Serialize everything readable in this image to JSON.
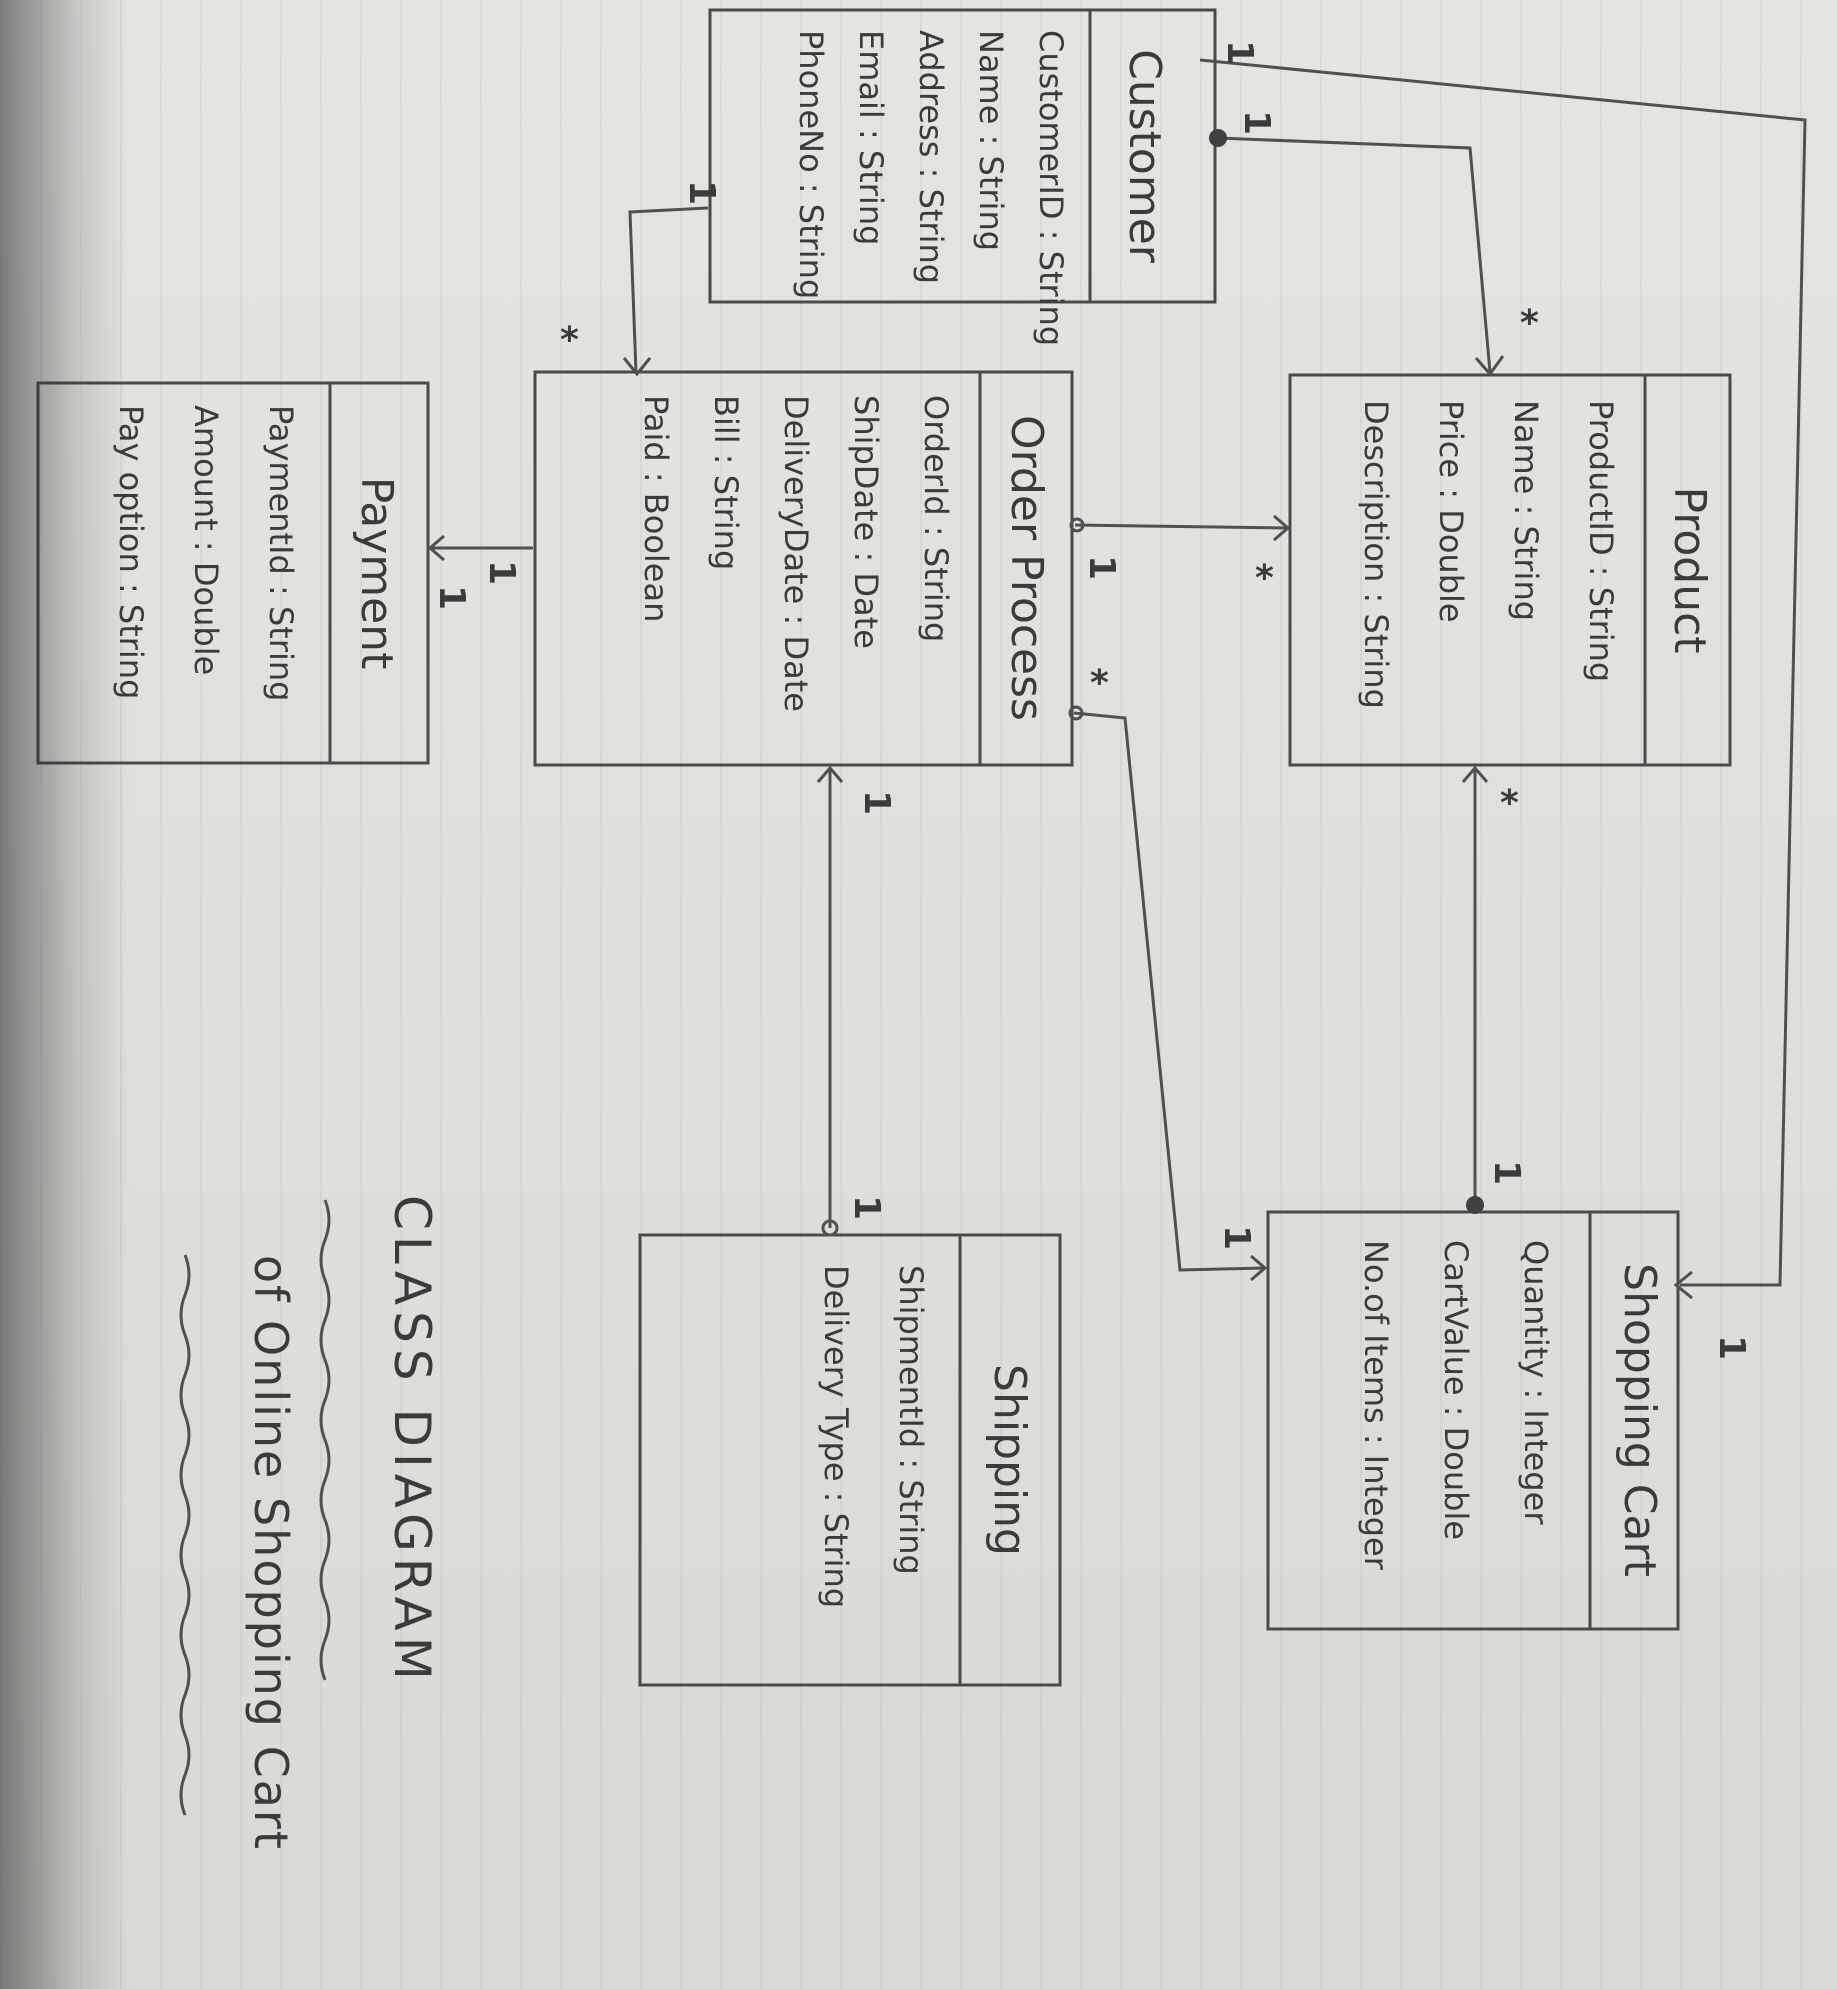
{
  "classes": {
    "customer": {
      "name": "Customer",
      "attributes": [
        "CustomerID : String",
        "Name : String",
        "Address : String",
        "Email : String",
        "PhoneNo : String"
      ]
    },
    "product": {
      "name": "Product",
      "attributes": [
        "ProductID : String",
        "Name : String",
        "Price : Double",
        "Description : String"
      ]
    },
    "order_process": {
      "name": "Order Process",
      "attributes": [
        "OrderId : String",
        "ShipDate : Date",
        "DeliveryDate : Date",
        "Bill : String",
        "Paid : Boolean"
      ]
    },
    "payment": {
      "name": "Payment",
      "attributes": [
        "PaymentId : String",
        "Amount : Double",
        "Pay option : String"
      ]
    },
    "shopping_cart": {
      "name": "Shopping Cart",
      "attributes": [
        "Quantity : Integer",
        "CartValue : Double",
        "No.of Items : Integer"
      ]
    },
    "shipping": {
      "name": "Shipping",
      "attributes": [
        "ShipmentId : String",
        "Delivery Type : String"
      ]
    }
  },
  "multiplicities": {
    "cust_cart": "1",
    "cust_product": "1",
    "cust_order": "1",
    "order_cust": "*",
    "product_cust": "*",
    "order_product": "1",
    "product_order": "*",
    "order_payment": "1",
    "payment_order": "1",
    "order_cart": "*",
    "cart_order": "1",
    "product_cart": "*",
    "cart_product": "1",
    "order_shipping": "1",
    "shipping_order": "1",
    "cart_customer": "1"
  },
  "caption": {
    "line1": "CLASS DIAGRAM",
    "line2": "of Online Shopping Cart"
  }
}
